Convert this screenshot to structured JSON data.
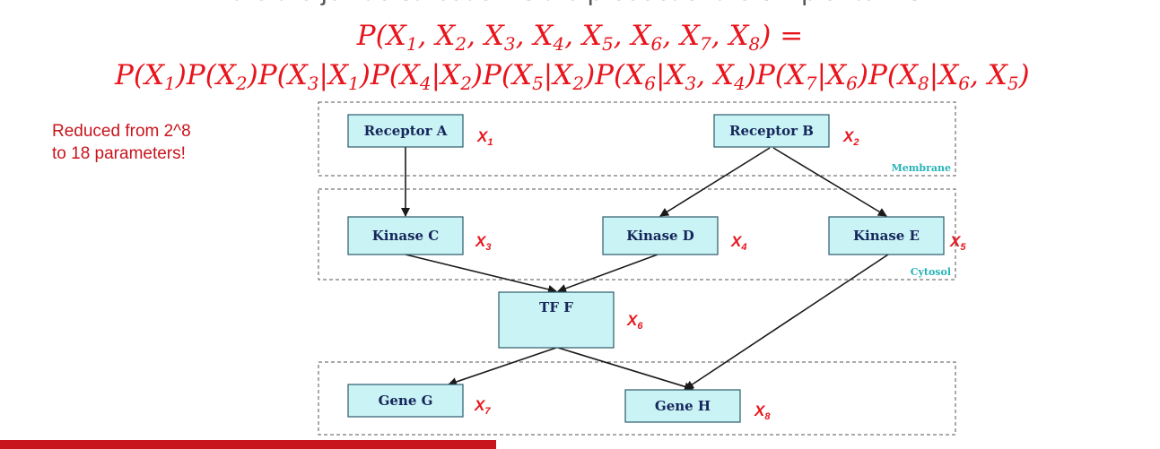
{
  "header_cut_text": "the the joint distribution is the product of the simpler terms:",
  "equation": {
    "line1": [
      {
        "t": "P("
      },
      {
        "t": "X",
        "s": "1"
      },
      {
        "t": ", "
      },
      {
        "t": "X",
        "s": "2"
      },
      {
        "t": ", "
      },
      {
        "t": "X",
        "s": "3"
      },
      {
        "t": ", "
      },
      {
        "t": "X",
        "s": "4"
      },
      {
        "t": ", "
      },
      {
        "t": "X",
        "s": "5"
      },
      {
        "t": ", "
      },
      {
        "t": "X",
        "s": "6"
      },
      {
        "t": ", "
      },
      {
        "t": "X",
        "s": "7"
      },
      {
        "t": ", "
      },
      {
        "t": "X",
        "s": "8"
      },
      {
        "t": ") ="
      }
    ],
    "line2": [
      {
        "t": "P("
      },
      {
        "t": "X",
        "s": "1"
      },
      {
        "t": ")"
      },
      {
        "t": "P("
      },
      {
        "t": "X",
        "s": "2"
      },
      {
        "t": ")"
      },
      {
        "t": "P("
      },
      {
        "t": "X",
        "s": "3"
      },
      {
        "t": "|"
      },
      {
        "t": "X",
        "s": "1"
      },
      {
        "t": ")"
      },
      {
        "t": "P("
      },
      {
        "t": "X",
        "s": "4"
      },
      {
        "t": "|"
      },
      {
        "t": "X",
        "s": "2"
      },
      {
        "t": ")"
      },
      {
        "t": "P("
      },
      {
        "t": "X",
        "s": "5"
      },
      {
        "t": "|"
      },
      {
        "t": "X",
        "s": "2"
      },
      {
        "t": ")"
      },
      {
        "t": "P("
      },
      {
        "t": "X",
        "s": "6"
      },
      {
        "t": "|"
      },
      {
        "t": "X",
        "s": "3"
      },
      {
        "t": ", "
      },
      {
        "t": "X",
        "s": "4"
      },
      {
        "t": ")"
      },
      {
        "t": "P("
      },
      {
        "t": "X",
        "s": "7"
      },
      {
        "t": "|"
      },
      {
        "t": "X",
        "s": "6"
      },
      {
        "t": ")"
      },
      {
        "t": "P("
      },
      {
        "t": "X",
        "s": "8"
      },
      {
        "t": "|"
      },
      {
        "t": "X",
        "s": "6"
      },
      {
        "t": ", "
      },
      {
        "t": "X",
        "s": "5"
      },
      {
        "t": ")"
      }
    ]
  },
  "note": {
    "line1": "Reduced from 2^8",
    "line2": "to 18 parameters!"
  },
  "regions": {
    "membrane": "Membrane",
    "cytosol": "Cytosol"
  },
  "nodes": [
    {
      "id": "receptor-a",
      "label": "Receptor A",
      "var": "X",
      "sub": "1"
    },
    {
      "id": "receptor-b",
      "label": "Receptor B",
      "var": "X",
      "sub": "2"
    },
    {
      "id": "kinase-c",
      "label": "Kinase C",
      "var": "X",
      "sub": "3"
    },
    {
      "id": "kinase-d",
      "label": "Kinase D",
      "var": "X",
      "sub": "4"
    },
    {
      "id": "kinase-e",
      "label": "Kinase E",
      "var": "X",
      "sub": "5"
    },
    {
      "id": "tf-f",
      "label": "TF F",
      "var": "X",
      "sub": "6"
    },
    {
      "id": "gene-g",
      "label": "Gene G",
      "var": "X",
      "sub": "7"
    },
    {
      "id": "gene-h",
      "label": "Gene H",
      "var": "X",
      "sub": "8"
    }
  ],
  "edges": [
    {
      "from": "receptor-a",
      "to": "kinase-c"
    },
    {
      "from": "receptor-b",
      "to": "kinase-d"
    },
    {
      "from": "receptor-b",
      "to": "kinase-e"
    },
    {
      "from": "kinase-c",
      "to": "tf-f"
    },
    {
      "from": "kinase-d",
      "to": "tf-f"
    },
    {
      "from": "tf-f",
      "to": "gene-g"
    },
    {
      "from": "tf-f",
      "to": "gene-h"
    },
    {
      "from": "kinase-e",
      "to": "gene-h"
    }
  ],
  "colors": {
    "equation": "#e8141c",
    "note": "#c8141c",
    "node_fill": "#c9f3f5",
    "region_label": "#27b3b8",
    "bar": "#c8141c"
  }
}
